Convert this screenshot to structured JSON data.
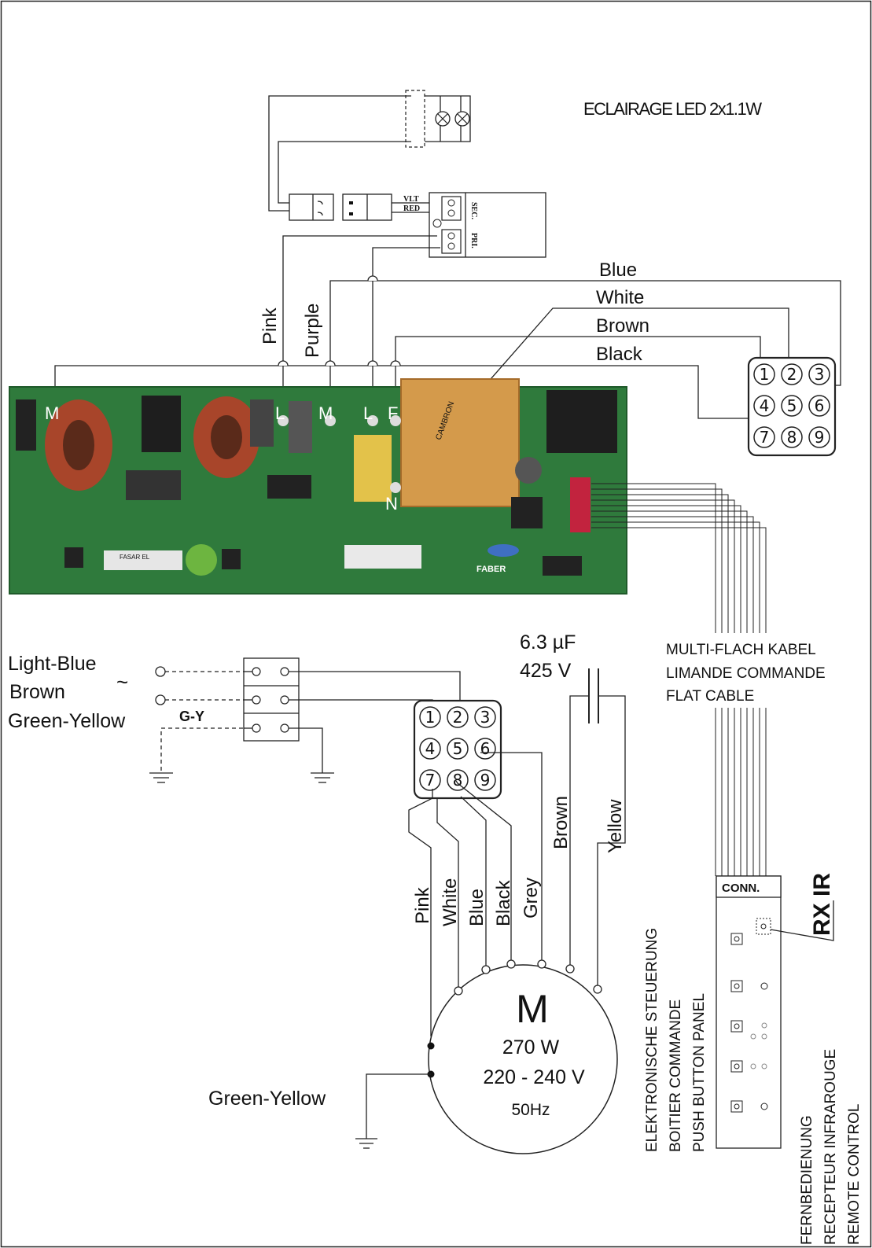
{
  "title": "ECLAIRAGE LED  2x1.1W",
  "transformer": {
    "label_vlt": "VLT",
    "label_red": "RED",
    "label_sec": "SEC.",
    "label_pri": "PRI."
  },
  "top_wires": {
    "blue": "Blue",
    "white": "White",
    "brown": "Brown",
    "black": "Black",
    "pink": "Pink",
    "purple": "Purple"
  },
  "board": {
    "label_m1": "M",
    "label_l1": "L",
    "label_m2": "M",
    "label_l2": "L",
    "label_f": "F",
    "label_n": "N",
    "brand": "FABER",
    "model": "FASAR EL",
    "transformer_brand": "CAMBRON"
  },
  "connector_top": {
    "pins": [
      "1",
      "2",
      "3",
      "4",
      "5",
      "6",
      "7",
      "8",
      "9"
    ]
  },
  "mains": {
    "light_blue": "Light-Blue",
    "brown": "Brown",
    "green_yellow": "Green-Yellow",
    "gy": "G-Y",
    "tilde": "~"
  },
  "capacitor": {
    "capacitance": "6.3 µF",
    "voltage": "425 V"
  },
  "connector_bottom": {
    "pins": [
      "1",
      "2",
      "3",
      "4",
      "5",
      "6",
      "7",
      "8",
      "9"
    ]
  },
  "motor_wires": {
    "pink": "Pink",
    "white": "White",
    "blue": "Blue",
    "black": "Black",
    "grey": "Grey",
    "brown": "Brown",
    "yellow": "Yellow"
  },
  "motor": {
    "symbol": "M",
    "power": "270 W",
    "voltage": "220 - 240 V",
    "frequency": "50Hz",
    "ground_label": "Green-Yellow"
  },
  "flat_cable": {
    "line1": "MULTI-FLACH KABEL",
    "line2": "LIMANDE COMMANDE",
    "line3": "FLAT CABLE"
  },
  "panel": {
    "conn": "CONN.",
    "rx": "RX IR",
    "line1": "ELEKTRONISCHE STEUERUNG",
    "line2": "BOITIER COMMANDE",
    "line3": "PUSH BUTTON PANEL"
  },
  "remote": {
    "line1": "FERNBEDIENUNG",
    "line2": "RECEPTEUR INFRAROUGE",
    "line3": "REMOTE CONTROL"
  },
  "colors": {
    "pcb": "#2f7a3c",
    "coil": "#a8452a",
    "transformer": "#d49a4b",
    "capacitor": "#e3c24a"
  }
}
